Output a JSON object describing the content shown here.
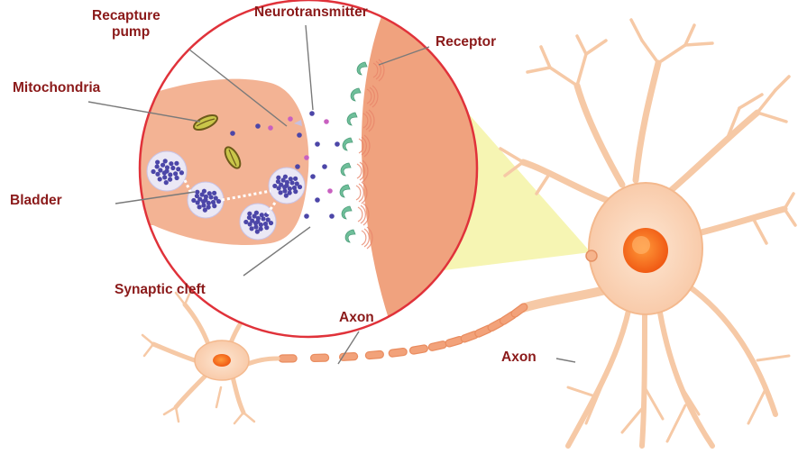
{
  "labels": {
    "recapture_pump": [
      "Recapture",
      "pump"
    ],
    "neurotransmitter": "Neurotransmitter",
    "receptor": "Receptor",
    "mitochondria": "Mitochondria",
    "bladder": "Bladder",
    "synaptic_cleft": "Synaptic cleft",
    "axon_left": "Axon",
    "axon_right": "Axon"
  },
  "colors": {
    "label_text": "#8b1a1a",
    "leader_line": "#7a7a7a",
    "magnifier_border": "#e0323a",
    "zoom_cone": "#f3f19a",
    "terminal_fill": "#f3b394",
    "postsynaptic_fill": "#f0a27e",
    "neuron_fill": "#fbd9bf",
    "neuron_stroke": "#f2b48c",
    "nucleus": "#f26b1d",
    "vesicle_fill": "#e9e6f4",
    "vesicle_dot": "#4c46a8",
    "receptor": "#6fbf9a",
    "mitochondria": "#c9c64a"
  }
}
